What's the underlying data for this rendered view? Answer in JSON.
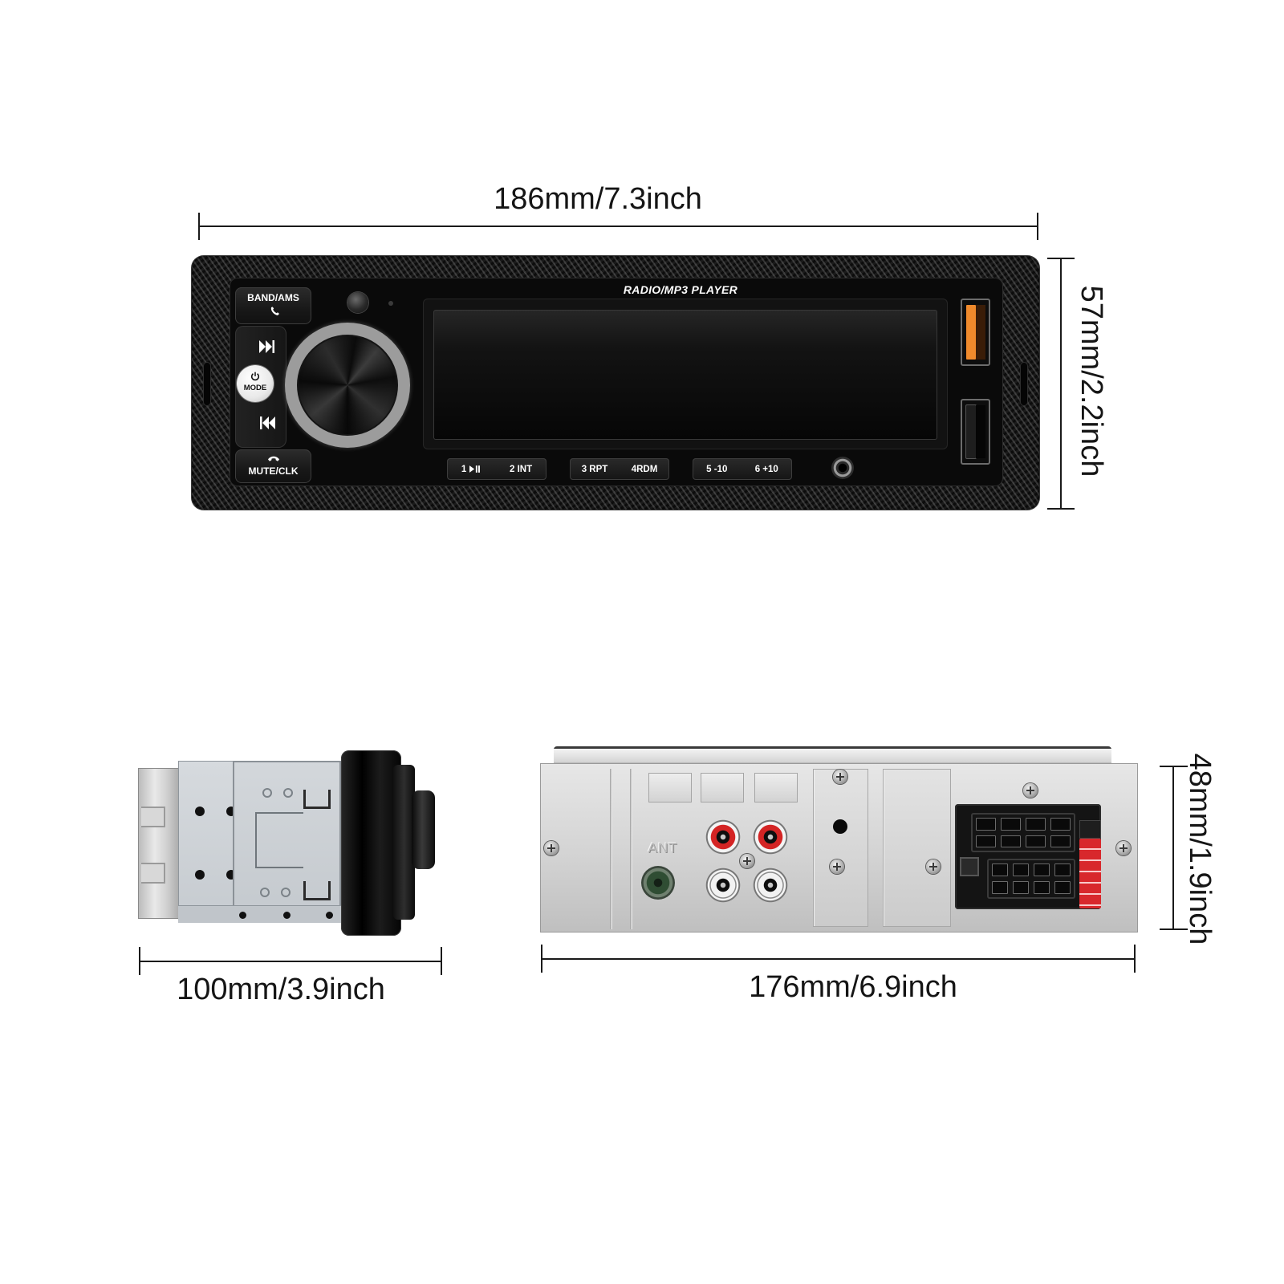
{
  "dimensions": {
    "front_width": "186mm/7.3inch",
    "front_height": "57mm/2.2inch",
    "side_depth": "100mm/3.9inch",
    "rear_width": "176mm/6.9inch",
    "rear_height": "48mm/1.9inch"
  },
  "front_panel": {
    "title": "RADIO/MP3 PLAYER",
    "band_button": "BAND/AMS",
    "mode_button": "MODE",
    "mute_button": "MUTE/CLK",
    "presets": [
      {
        "left": "1",
        "right": "2 INT"
      },
      {
        "left": "3 RPT",
        "right": "4RDM"
      },
      {
        "left": "5 -10",
        "right": "6 +10"
      }
    ],
    "icons": {
      "band_button": "phone-answer-icon",
      "mute_button": "phone-hangup-icon",
      "mode_button": "power-icon",
      "next": "next-track-icon",
      "prev": "prev-track-icon",
      "preset_1": "play-pause-icon"
    }
  },
  "rear_panel": {
    "ant_label": "ANT"
  },
  "colors": {
    "usb_fast_charge": "#f08a2c",
    "rca_red": "#d42424",
    "rca_white": "#f2f2f2",
    "ant_jack": "#2f4d33",
    "fuse": "#d8282c",
    "knob_ring": "#d9d9d9"
  }
}
